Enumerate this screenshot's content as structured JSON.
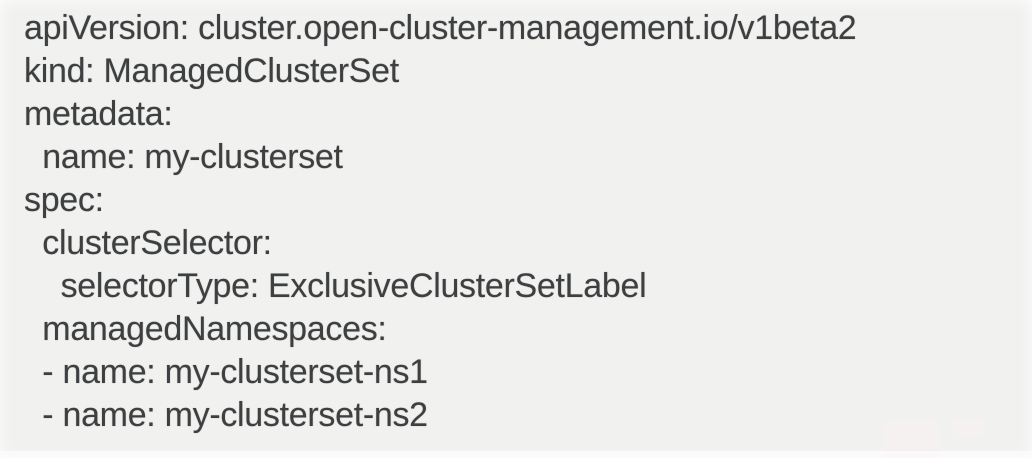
{
  "colors": {
    "bg": "#f1f2f0",
    "text": "#3d3f40",
    "artifact": "#f5f1f0"
  },
  "code": {
    "language": "yaml",
    "lines": [
      "apiVersion: cluster.open-cluster-management.io/v1beta2",
      "kind: ManagedClusterSet",
      "metadata:",
      "  name: my-clusterset",
      "spec:",
      "  clusterSelector:",
      "    selectorType: ExclusiveClusterSetLabel",
      "  managedNamespaces:",
      "  - name: my-clusterset-ns1",
      "  - name: my-clusterset-ns2"
    ]
  }
}
